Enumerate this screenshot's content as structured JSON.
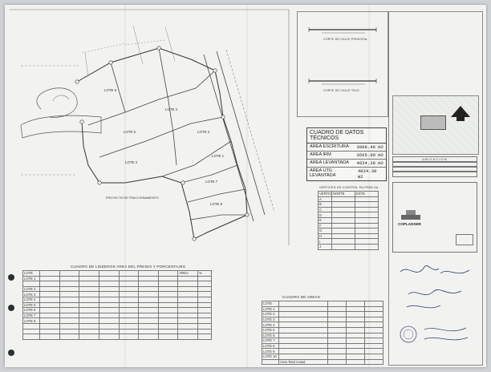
{
  "drawing": {
    "lot_labels": [
      "LOTE 6",
      "LOTE 5",
      "LOTE 4",
      "LOTE 3",
      "LOTE 2",
      "LOTE 1",
      "LOTE 7",
      "LOTE 8"
    ],
    "access_label": "PROYECTO DE FRACCIONAMIENTO"
  },
  "profiles": {
    "items": [
      {
        "label": "CORTE DE CALLE PRINCIPAL"
      },
      {
        "label": "CORTE DE CALLE TELD"
      }
    ]
  },
  "tech_table": {
    "title": "CUADRO DE DATOS TÉCNICOS",
    "rows": [
      {
        "label": "AREA ESCRITURA",
        "value": "3808.48 m2"
      },
      {
        "label": "AREA IRM",
        "value": "3665.90 m2"
      },
      {
        "label": "AREA LEVANTADA",
        "value": "4834.38 m2"
      },
      {
        "label": "AREA UTIL LEVANTADA",
        "value": "4834.38 m2"
      }
    ]
  },
  "vertex_table": {
    "title": "VERTICES DE CONTROL PA-PR08 SA",
    "headers": [
      "VERTICE",
      "NORTE",
      "ESTE"
    ],
    "rows": [
      [
        "A",
        "",
        ""
      ],
      [
        "B",
        "",
        ""
      ],
      [
        "C",
        "",
        ""
      ],
      [
        "D",
        "",
        ""
      ],
      [
        "E",
        "",
        ""
      ],
      [
        "F",
        "",
        ""
      ],
      [
        "G",
        "",
        ""
      ],
      [
        "H",
        "",
        ""
      ],
      [
        "I",
        "",
        ""
      ],
      [
        "J",
        "",
        ""
      ]
    ]
  },
  "boundary_table": {
    "title": "CUADRO DE LINDEROS AREA DEL PREDIO Y PORCENTAJES",
    "headers": [
      "LOTE",
      "",
      "",
      "",
      "",
      "",
      "",
      "",
      "AREA",
      "%"
    ],
    "lots": [
      "LOTE 1",
      "",
      "LOTE 2",
      "LOTE 3",
      "LOTE 4",
      "LOTE 5",
      "LOTE 6",
      "LOTE 7",
      "LOTE 8",
      "",
      "",
      ""
    ]
  },
  "area_table": {
    "title": "CUADRO DE AREAS",
    "headers": [
      "LOTE",
      "",
      "",
      "",
      ""
    ],
    "lots": [
      "LOTE 1",
      "LOTE 2",
      "LOTE 3",
      "LOTE 4",
      "LOTE 5",
      "LOTE 6",
      "LOTE 7",
      "LOTE 8",
      "LOTE 9",
      "LOTE 10"
    ],
    "total_label": "Area Total Actual"
  },
  "title_block": {
    "location_title": "UBICACION",
    "location_heading": "",
    "lot_note": "",
    "company": "COPLADSER",
    "company_note": ""
  }
}
